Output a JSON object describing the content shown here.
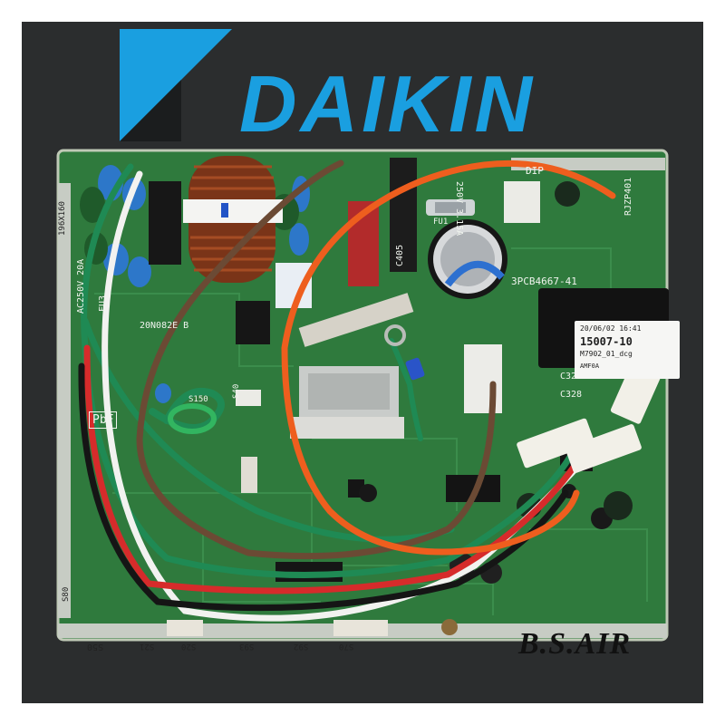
{
  "brand": {
    "name": "DAIKIN",
    "color": "#1a9fe0"
  },
  "board_labels": {
    "part_number": "3PCB4667-41",
    "dip": "DIP",
    "voltage": "AC250V 20A",
    "dimensions": "196X160",
    "fuse": "250V 3.15A",
    "model_code": "RJZP401",
    "capacitor": "C405",
    "cap_small": "C328",
    "cap_small2": "C328",
    "lot": "20N082E B",
    "pbf": "PbF",
    "fu3": "FU3",
    "fu1": "FU1",
    "s80": "S80",
    "s50": "S50",
    "s21": "S21",
    "s20": "S20",
    "s93": "S93",
    "s92": "S92",
    "s70": "S70",
    "s40": "S40",
    "s150": "S150"
  },
  "sticker": {
    "datetime": "20/06/02 16:41",
    "serial": "15007-10",
    "program": "M7902_01_dcg",
    "code": "AMF0A"
  },
  "watermark": "B.S.AIR"
}
